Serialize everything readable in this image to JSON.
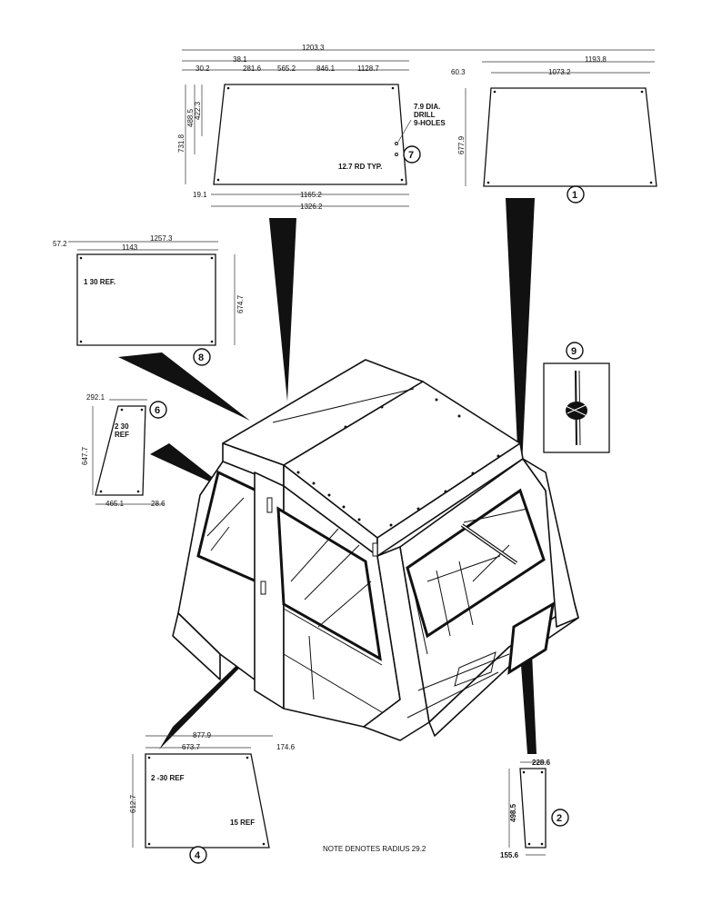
{
  "panel7": {
    "top_dims": [
      "1203.3",
      "38.1",
      "30.2",
      "281.6",
      "565.2",
      "846.1",
      "1128.7"
    ],
    "side_dims": [
      "731.8",
      "488.5",
      "422.3"
    ],
    "bottom_dims": [
      "19.1",
      "1165.2",
      "1326.2"
    ],
    "drill_note": [
      "7.9 DIA.",
      "DRILL",
      "9-HOLES"
    ],
    "radius_note": "12.7 RD TYP.",
    "item": "7"
  },
  "panel1": {
    "dims": [
      "1193.8",
      "60.3",
      "1073.2",
      "677.9"
    ],
    "item": "1"
  },
  "panel8": {
    "dims": [
      "1257.3",
      "57.2",
      "1143",
      "674.7"
    ],
    "ref": "1 30 REF.",
    "item": "8"
  },
  "panel6": {
    "dims": [
      "292.1",
      "647.7",
      "465.1",
      "28.6"
    ],
    "ref": [
      "2 30",
      "REF"
    ],
    "item": "6"
  },
  "panel9": {
    "item": "9"
  },
  "panel4": {
    "dims": [
      "877.9",
      "673.7",
      "174.6",
      "612.7"
    ],
    "refs": [
      "2 -30 REF",
      "15 REF"
    ],
    "item": "4"
  },
  "panel2": {
    "dims": [
      "228.6",
      "498.5",
      "155.6"
    ],
    "item": "2"
  },
  "note": "NOTE   DENOTES RADIUS   29.2"
}
